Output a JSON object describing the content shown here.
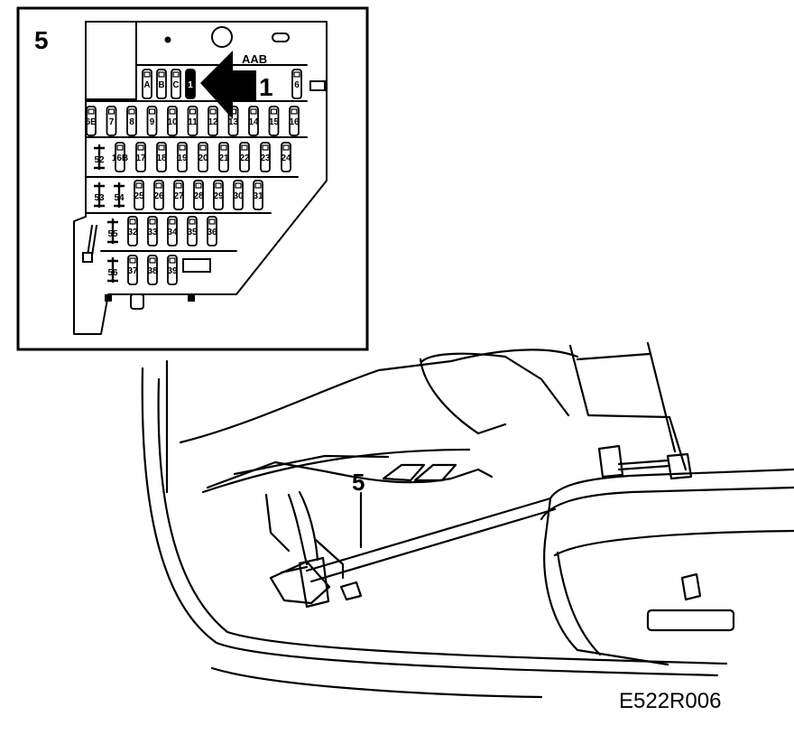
{
  "figure_code": "E522R006",
  "inset": {
    "callout_number": "5",
    "arrow_label": "1",
    "brand_mark": "AAB",
    "fuse_rows": [
      [
        "A",
        "B",
        "C",
        "1",
        "6"
      ],
      [
        "6B",
        "7",
        "8",
        "9",
        "10",
        "11",
        "12",
        "13",
        "14",
        "15",
        "16"
      ],
      [
        "52",
        "16B",
        "17",
        "18",
        "19",
        "20",
        "21",
        "22",
        "23",
        "24"
      ],
      [
        "53",
        "54",
        "25",
        "26",
        "27",
        "28",
        "29",
        "30",
        "31"
      ],
      [
        "55",
        "32",
        "33",
        "34",
        "35",
        "36"
      ],
      [
        "56",
        "37",
        "38",
        "39"
      ]
    ]
  },
  "scene": {
    "callout_number": "5"
  }
}
